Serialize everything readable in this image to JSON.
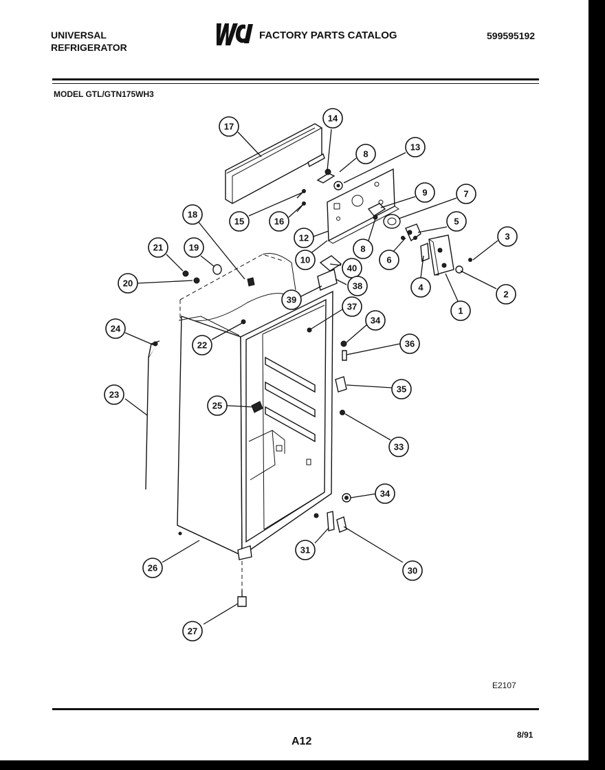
{
  "header": {
    "brand_line1": "UNIVERSAL",
    "brand_line2": "REFRIGERATOR",
    "logo_text": "WCI",
    "catalog_title": "FACTORY PARTS CATALOG",
    "part_number": "599595192"
  },
  "model_label": "MODEL GTL/GTN175WH3",
  "footer": {
    "diagram_code": "E2107",
    "page_number": "A12",
    "date": "8/91"
  },
  "callouts": [
    "17",
    "14",
    "8",
    "13",
    "9",
    "7",
    "5",
    "3",
    "18",
    "21",
    "19",
    "20",
    "15",
    "16",
    "12",
    "8",
    "10",
    "6",
    "40",
    "38",
    "39",
    "4",
    "2",
    "1",
    "37",
    "34",
    "36",
    "35",
    "33",
    "24",
    "22",
    "23",
    "25",
    "34",
    "31",
    "30",
    "26",
    "27"
  ]
}
